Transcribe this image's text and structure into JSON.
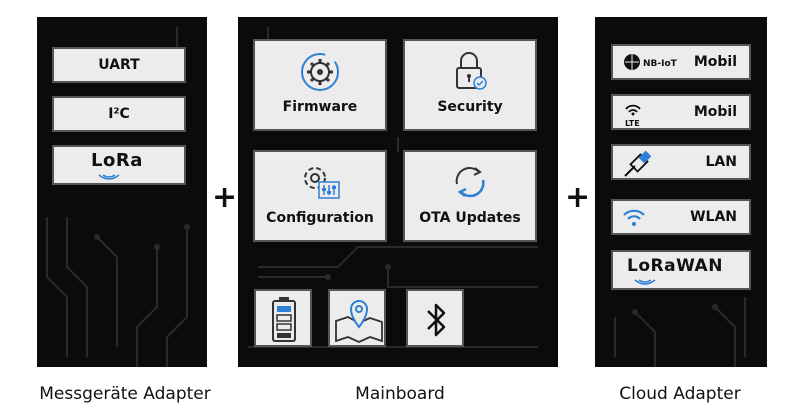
{
  "left": {
    "caption": "Messgeräte Adapter",
    "items": [
      {
        "label": "UART"
      },
      {
        "label": "I²C"
      },
      {
        "label": "LoRa"
      }
    ]
  },
  "middle": {
    "caption": "Mainboard",
    "tiles": [
      {
        "label": "Firmware",
        "icon": "gear-circle-icon"
      },
      {
        "label": "Security",
        "icon": "padlock-icon"
      },
      {
        "label": "Configuration",
        "icon": "gear-sliders-icon"
      },
      {
        "label": "OTA Updates",
        "icon": "sync-arrows-icon"
      }
    ],
    "small_icons": [
      "battery-icon",
      "map-pin-icon",
      "bluetooth-icon"
    ]
  },
  "right": {
    "caption": "Cloud Adapter",
    "rows": [
      {
        "badge": "NB-IoT",
        "label": "Mobil",
        "icon": "nb-iot-icon"
      },
      {
        "badge": "LTE",
        "label": "Mobil",
        "icon": "lte-signal-icon"
      },
      {
        "label": "LAN",
        "icon": "ethernet-cable-icon"
      },
      {
        "label": "WLAN",
        "icon": "wifi-icon"
      },
      {
        "label": "LoRaWAN",
        "icon": "lorawan-logo"
      }
    ]
  },
  "plus_sign": "+",
  "colors": {
    "panel": "#0b0b0b",
    "box": "#ececec",
    "accent_blue": "#2f7fd6"
  }
}
